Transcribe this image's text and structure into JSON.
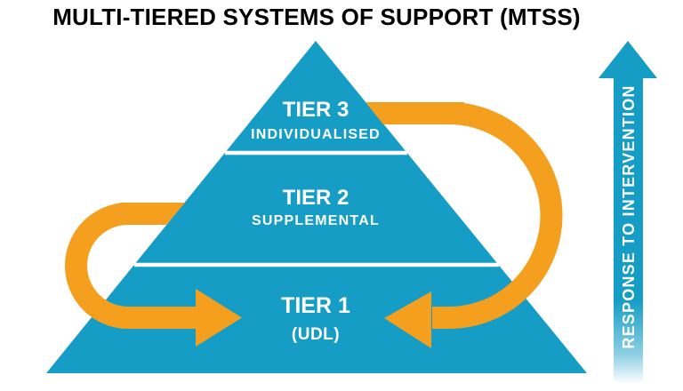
{
  "title": "MULTI-TIERED SYSTEMS OF SUPPORT (MTSS)",
  "pyramid": {
    "tiers": [
      {
        "name": "TIER 3",
        "label": "INDIVIDUALISED"
      },
      {
        "name": "TIER 2",
        "label": "SUPPLEMENTAL"
      },
      {
        "name": "TIER 1",
        "label": "(UDL)"
      }
    ]
  },
  "rti_arrow": {
    "label": "RESPONSE TO INTERVENTION"
  },
  "colors": {
    "pyramid_teal": "#159DC6",
    "arrow_orange": "#F4A01E",
    "divider_white": "#FFFFFF",
    "title_black": "#000000",
    "tier_text_white": "#FFFFFF"
  }
}
